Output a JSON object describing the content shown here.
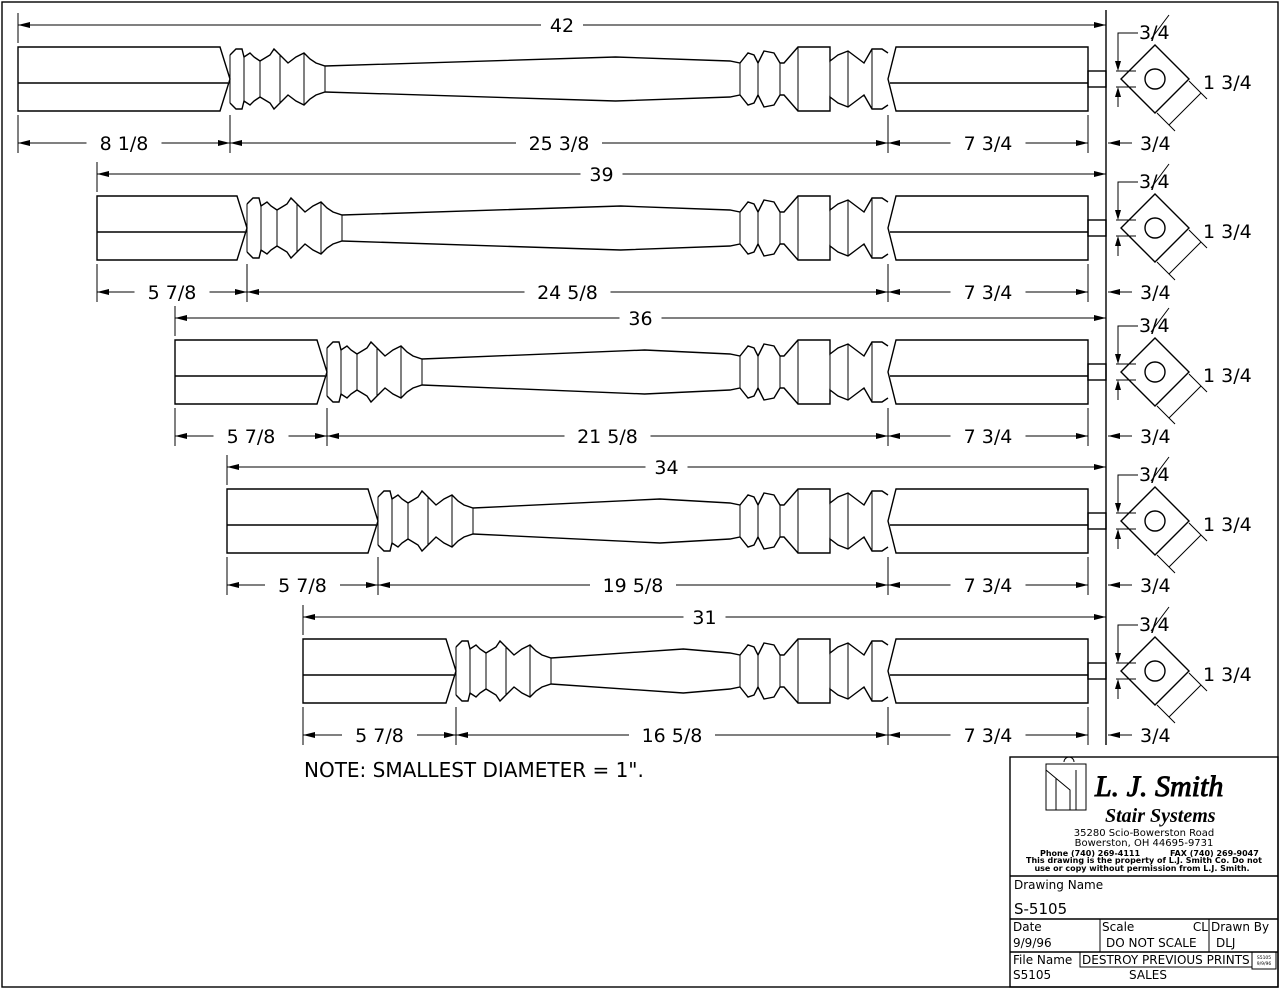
{
  "balusters": [
    {
      "overall": "42",
      "left": "8 1/8",
      "middle": "25 3/8",
      "right": "7 3/4"
    },
    {
      "overall": "39",
      "left": "5 7/8",
      "middle": "24 5/8",
      "right": "7 3/4"
    },
    {
      "overall": "36",
      "left": "5 7/8",
      "middle": "21 5/8",
      "right": "7 3/4"
    },
    {
      "overall": "34",
      "left": "5 7/8",
      "middle": "19 5/8",
      "right": "7 3/4"
    },
    {
      "overall": "31",
      "left": "5 7/8",
      "middle": "16 5/8",
      "right": "7 3/4"
    }
  ],
  "section": {
    "top": "3/4",
    "width": "1 3/4",
    "pin": "3/4"
  },
  "note": "NOTE: SMALLEST DIAMETER = 1\".",
  "title_block": {
    "company": "L. J. Smith",
    "division": "Stair Systems",
    "address1": "35280 Scio-Bowerston Road",
    "address2": "Bowerston, OH 44695-9731",
    "phone": "Phone (740) 269-4111",
    "fax": "FAX (740) 269-9047",
    "disclaimer1": "This drawing is the property of L.J. Smith Co. Do not",
    "disclaimer2": "use or copy without permission from L.J. Smith.",
    "drawing_name_label": "Drawing Name",
    "drawing_name": "S-5105",
    "date_label": "Date",
    "date": "9/9/96",
    "scale_label": "Scale",
    "scale_cl": "CL",
    "scale": "DO NOT SCALE",
    "drawn_by_label": "Drawn By",
    "drawn_by": "DLJ",
    "file_name_label": "File Name",
    "file_name": "S5105",
    "destroy": "DESTROY PREVIOUS PRINTS",
    "dept": "SALES",
    "stamp1": "S5105",
    "stamp2": "9/9/96"
  }
}
